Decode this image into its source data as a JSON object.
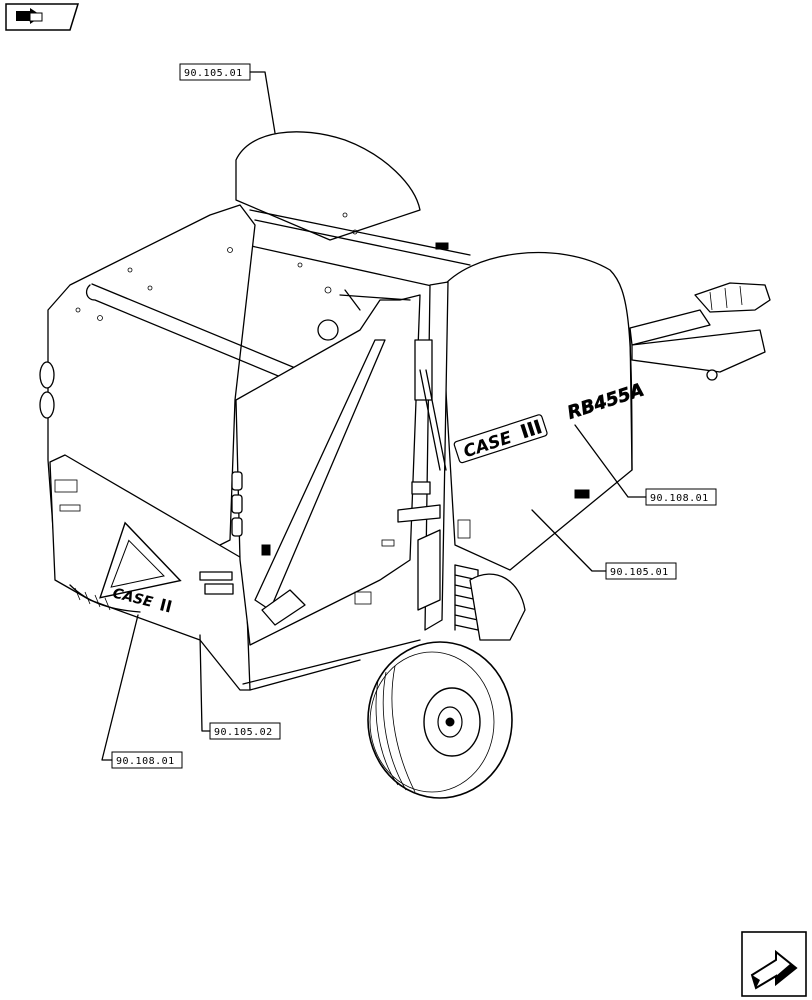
{
  "nav": {
    "top_icon": "book-arrow-icon",
    "bottom_icon": "next-page-arrow-icon"
  },
  "decals": {
    "brand_side": "CASE",
    "brand_rear": "CASE",
    "model": "RB455A"
  },
  "callouts": [
    {
      "ref": "90.105.01"
    },
    {
      "ref": "90.108.01"
    },
    {
      "ref": "90.105.01"
    },
    {
      "ref": "90.105.02"
    },
    {
      "ref": "90.108.01"
    }
  ]
}
